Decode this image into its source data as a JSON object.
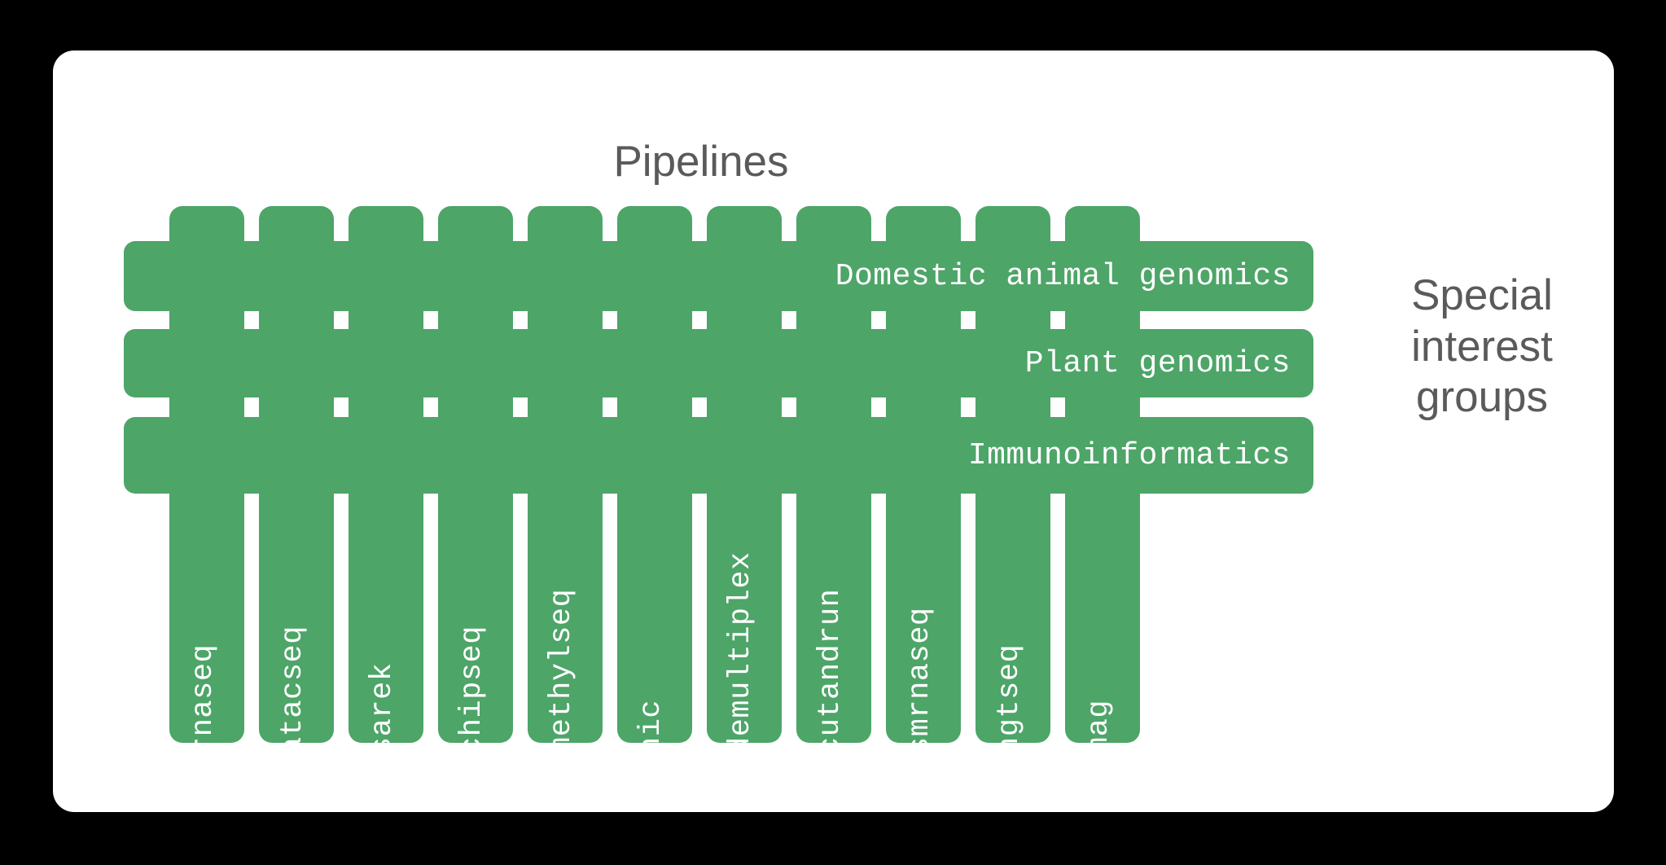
{
  "page": {
    "background_color": "#000000",
    "card_color": "#ffffff",
    "accent_color": "#4da568",
    "text_color": "#5a5a5a",
    "label_color": "#ffffff"
  },
  "header": {
    "title": "Pipelines"
  },
  "side": {
    "label_line1": "Special",
    "label_line2": "interest",
    "label_line3": "groups"
  },
  "pipelines": [
    {
      "label": "rnaseq"
    },
    {
      "label": "atacseq"
    },
    {
      "label": "sarek"
    },
    {
      "label": "chipseq"
    },
    {
      "label": "methylseq"
    },
    {
      "label": "hic"
    },
    {
      "label": "demultiplex"
    },
    {
      "label": "cutandrun"
    },
    {
      "label": "smrnaseq"
    },
    {
      "label": "hgtseq"
    },
    {
      "label": "mag"
    }
  ],
  "special_interest_groups": [
    {
      "label": "Domestic animal genomics"
    },
    {
      "label": "Plant genomics"
    },
    {
      "label": "Immunoinformatics"
    }
  ],
  "chart_data": {
    "type": "diagram",
    "title": "Pipelines",
    "description": "Woven/basket grid diagram: 11 vertical pipeline strips interlaced with 3 horizontal special interest group bars",
    "columns": [
      "rnaseq",
      "atacseq",
      "sarek",
      "chipseq",
      "methylseq",
      "hic",
      "demultiplex",
      "cutandrun",
      "smrnaseq",
      "hgtseq",
      "mag"
    ],
    "rows": [
      "Domestic animal genomics",
      "Plant genomics",
      "Immunoinformatics"
    ],
    "column_count": 11,
    "row_count": 3,
    "axis_labels": {
      "columns": "Pipelines",
      "rows": "Special interest groups"
    }
  }
}
